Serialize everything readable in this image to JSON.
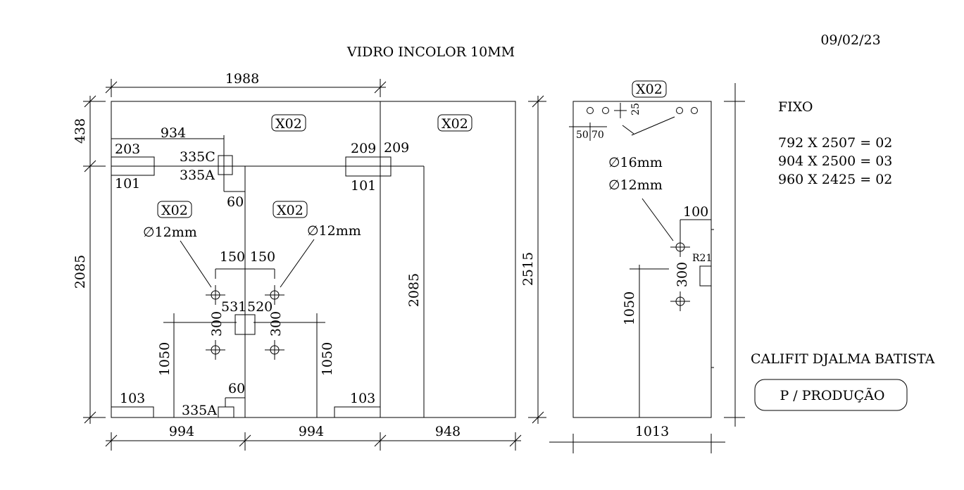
{
  "title": "VIDRO INCOLOR 10MM",
  "date": "09/02/23",
  "client": "CALIFIT DJALMA BATISTA",
  "stamp": "P / PRODUÇÃO",
  "fixo": {
    "heading": "FIXO",
    "lines": [
      "792 X 2507 = 02",
      "904 X 2500 = 03",
      "960 X 2425 = 02"
    ]
  },
  "main_panel": {
    "top_width": "1988",
    "left_top": "438",
    "left_height": "2085",
    "right_height": "2515",
    "bottom_dims": [
      "994",
      "994",
      "948"
    ],
    "tag": "X02",
    "hole_label": "∅12mm",
    "dims": {
      "d934": "934",
      "d203": "203",
      "d101a": "101",
      "d335c": "335C",
      "d335a": "335A",
      "d60a": "60",
      "d209a": "209",
      "d209b": "209",
      "d101b": "101",
      "d150a": "150",
      "d150b": "150",
      "d531": "531",
      "d520": "520",
      "d300a": "300",
      "d300b": "300",
      "d1050a": "1050",
      "d1050b": "1050",
      "d2085b": "2085",
      "d103a": "103",
      "d103b": "103",
      "d60b": "60",
      "d335a2": "335A"
    }
  },
  "side_panel": {
    "tag": "X02",
    "width": "1013",
    "d25": "25",
    "d50": "50",
    "d70": "70",
    "hole16": "∅16mm",
    "hole12": "∅12mm",
    "d100": "100",
    "r21": "R21",
    "d300": "300",
    "d1050": "1050"
  }
}
